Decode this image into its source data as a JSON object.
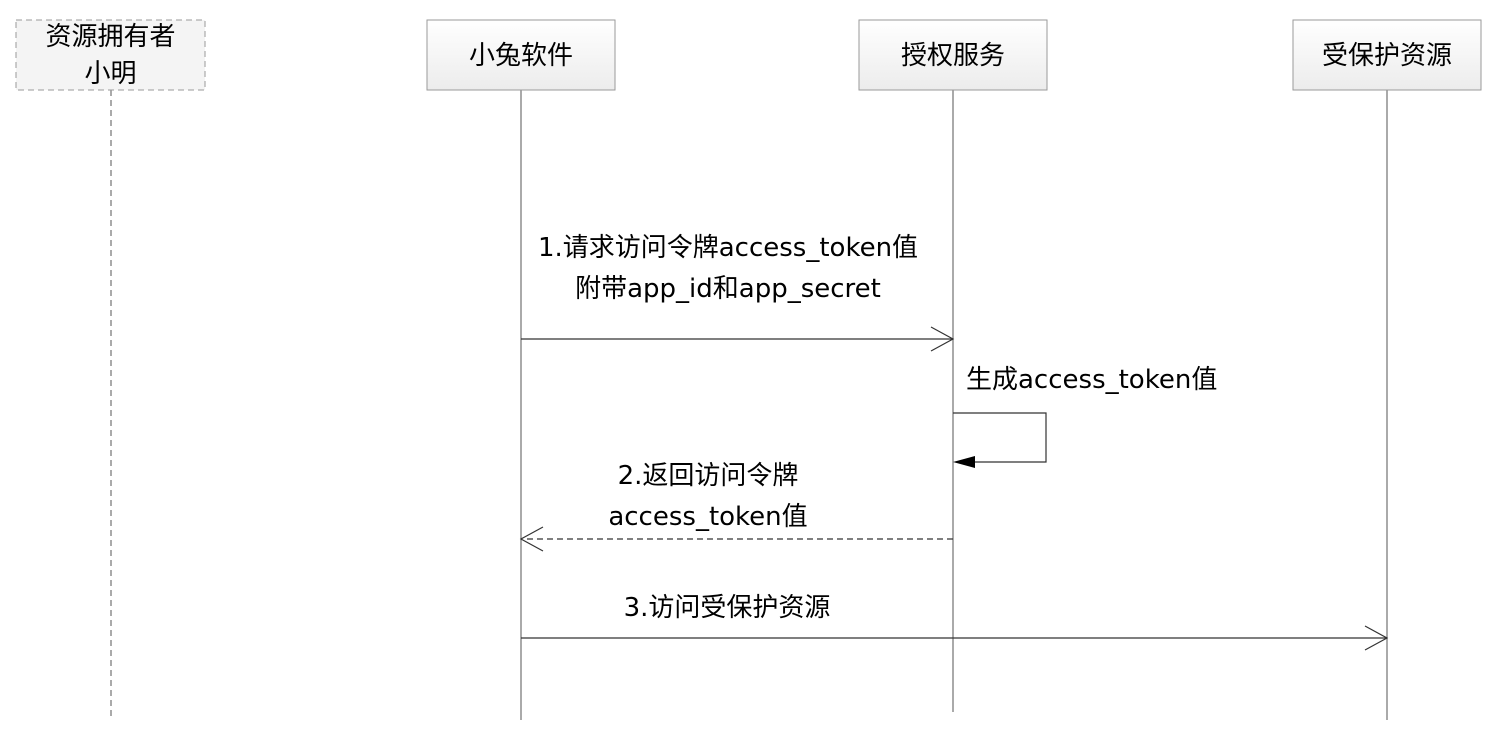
{
  "participants": [
    {
      "id": "owner",
      "lines": [
        "资源拥有者",
        "小明"
      ],
      "dashed": true
    },
    {
      "id": "app",
      "lines": [
        "小兔软件"
      ],
      "dashed": false
    },
    {
      "id": "auth",
      "lines": [
        "授权服务"
      ],
      "dashed": false
    },
    {
      "id": "resource",
      "lines": [
        "受保护资源"
      ],
      "dashed": false
    }
  ],
  "messages": [
    {
      "id": "m1",
      "from": "app",
      "to": "auth",
      "style": "solid",
      "arrow": "open",
      "lines": [
        "1.请求访问令牌access_token值",
        "附带app_id和app_secret"
      ]
    },
    {
      "id": "m2",
      "from": "auth",
      "to": "auth",
      "style": "solid",
      "arrow": "filled",
      "lines": [
        "生成access_token值"
      ]
    },
    {
      "id": "m3",
      "from": "auth",
      "to": "app",
      "style": "dashed",
      "arrow": "open",
      "lines": [
        "2.返回访问令牌",
        "access_token值"
      ]
    },
    {
      "id": "m4",
      "from": "app",
      "to": "resource",
      "style": "solid",
      "arrow": "open",
      "lines": [
        "3.访问受保护资源"
      ]
    }
  ]
}
